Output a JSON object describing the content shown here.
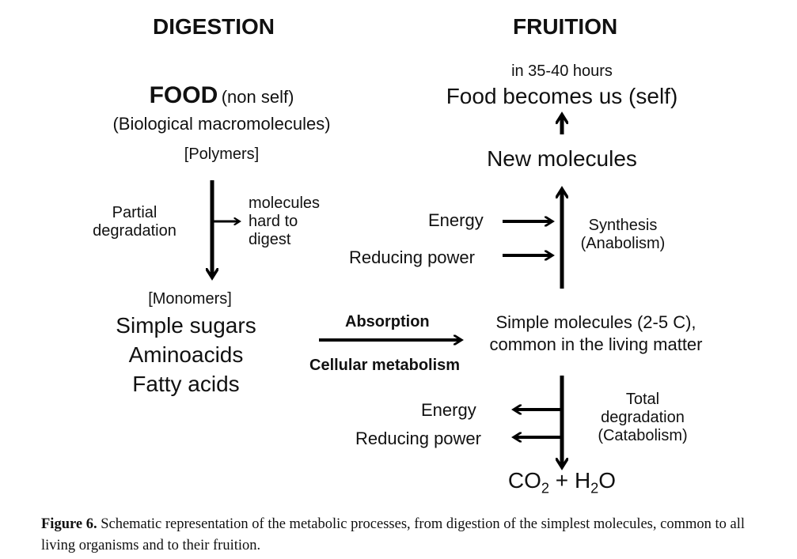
{
  "digestion": {
    "title": "DIGESTION",
    "food_main": "FOOD",
    "food_note": "(non self)",
    "macromolecules": "(Biological macromolecules)",
    "polymers": "[Polymers]",
    "partial_degradation": [
      "Partial",
      "degradation"
    ],
    "hard_to_digest": [
      "molecules",
      "hard to",
      "digest"
    ],
    "monomers": "[Monomers]",
    "monomer_items": [
      "Simple sugars",
      "Aminoacids",
      "Fatty acids"
    ]
  },
  "middle": {
    "absorption": "Absorption",
    "cellular_metabolism": "Cellular metabolism"
  },
  "fruition": {
    "title": "FRUITION",
    "time": "in 35-40 hours",
    "food_becomes_us": "Food becomes us (self)",
    "new_molecules": "New molecules",
    "energy_in": "Energy",
    "reducing_in": "Reducing power",
    "synthesis": [
      "Synthesis",
      "(Anabolism)"
    ],
    "simple_molecules": [
      "Simple molecules (2-5 C),",
      "common in the living matter"
    ],
    "energy_out": "Energy",
    "reducing_out": "Reducing power",
    "total_degradation": [
      "Total",
      "degradation",
      "(Catabolism)"
    ],
    "co2": "CO",
    "co2_sub": "2",
    "plus_h": " + H",
    "h2o_sub": "2",
    "o": "O"
  },
  "caption": {
    "label": "Figure 6.",
    "text": " Schematic representation of the metabolic processes, from digestion of the simplest molecules, common to all living organisms and to their fruition."
  },
  "colors": {
    "text": "#111111",
    "arrow": "#000000",
    "background": "#ffffff"
  }
}
